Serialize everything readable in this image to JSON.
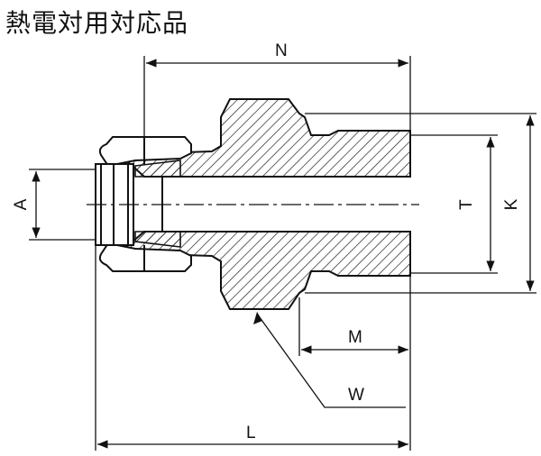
{
  "title": "熱電対用対応品",
  "labels": {
    "A": "A",
    "N": "N",
    "T": "T",
    "K": "K",
    "M": "M",
    "W": "W",
    "L": "L"
  }
}
